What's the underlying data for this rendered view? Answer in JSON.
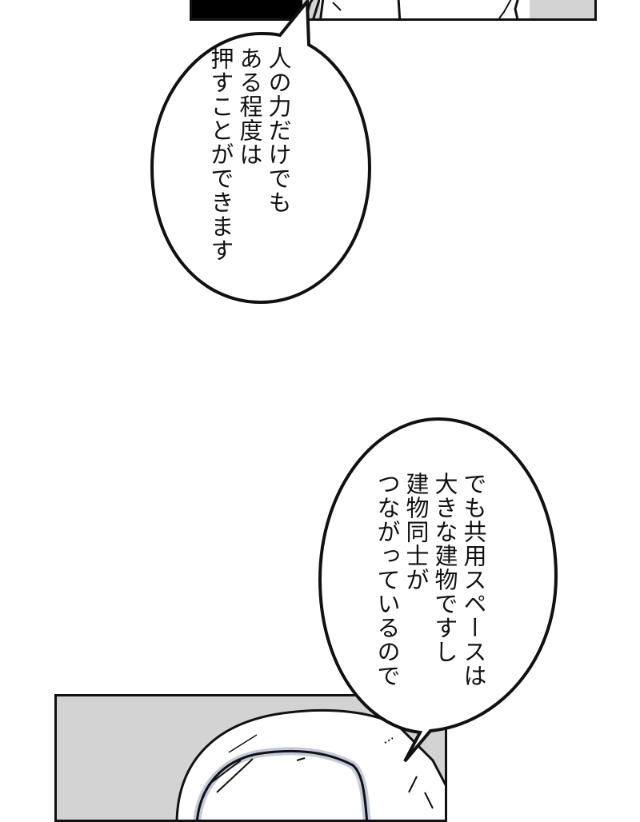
{
  "page": {
    "type": "manga-page",
    "reading_direction": "vertical-rl"
  },
  "panels": [
    {
      "id": "top",
      "background": "#d3d3d3",
      "content": "partial character art (cropped)"
    },
    {
      "id": "bottom",
      "background": "#d3d3d3",
      "content": "character head with white hair"
    }
  ],
  "bubbles": [
    {
      "id": "bubble-1",
      "lines": [
        "人の力だけでも",
        "ある程度は",
        "押すことができます"
      ]
    },
    {
      "id": "bubble-2",
      "lines": [
        "でも共用スペースは",
        "大きな建物ですし",
        "建物同士が",
        "つながっているので"
      ]
    }
  ],
  "colors": {
    "panel_gray": "#d3d3d3",
    "ink": "#111111",
    "shadow_blue": "#c4cadb"
  }
}
